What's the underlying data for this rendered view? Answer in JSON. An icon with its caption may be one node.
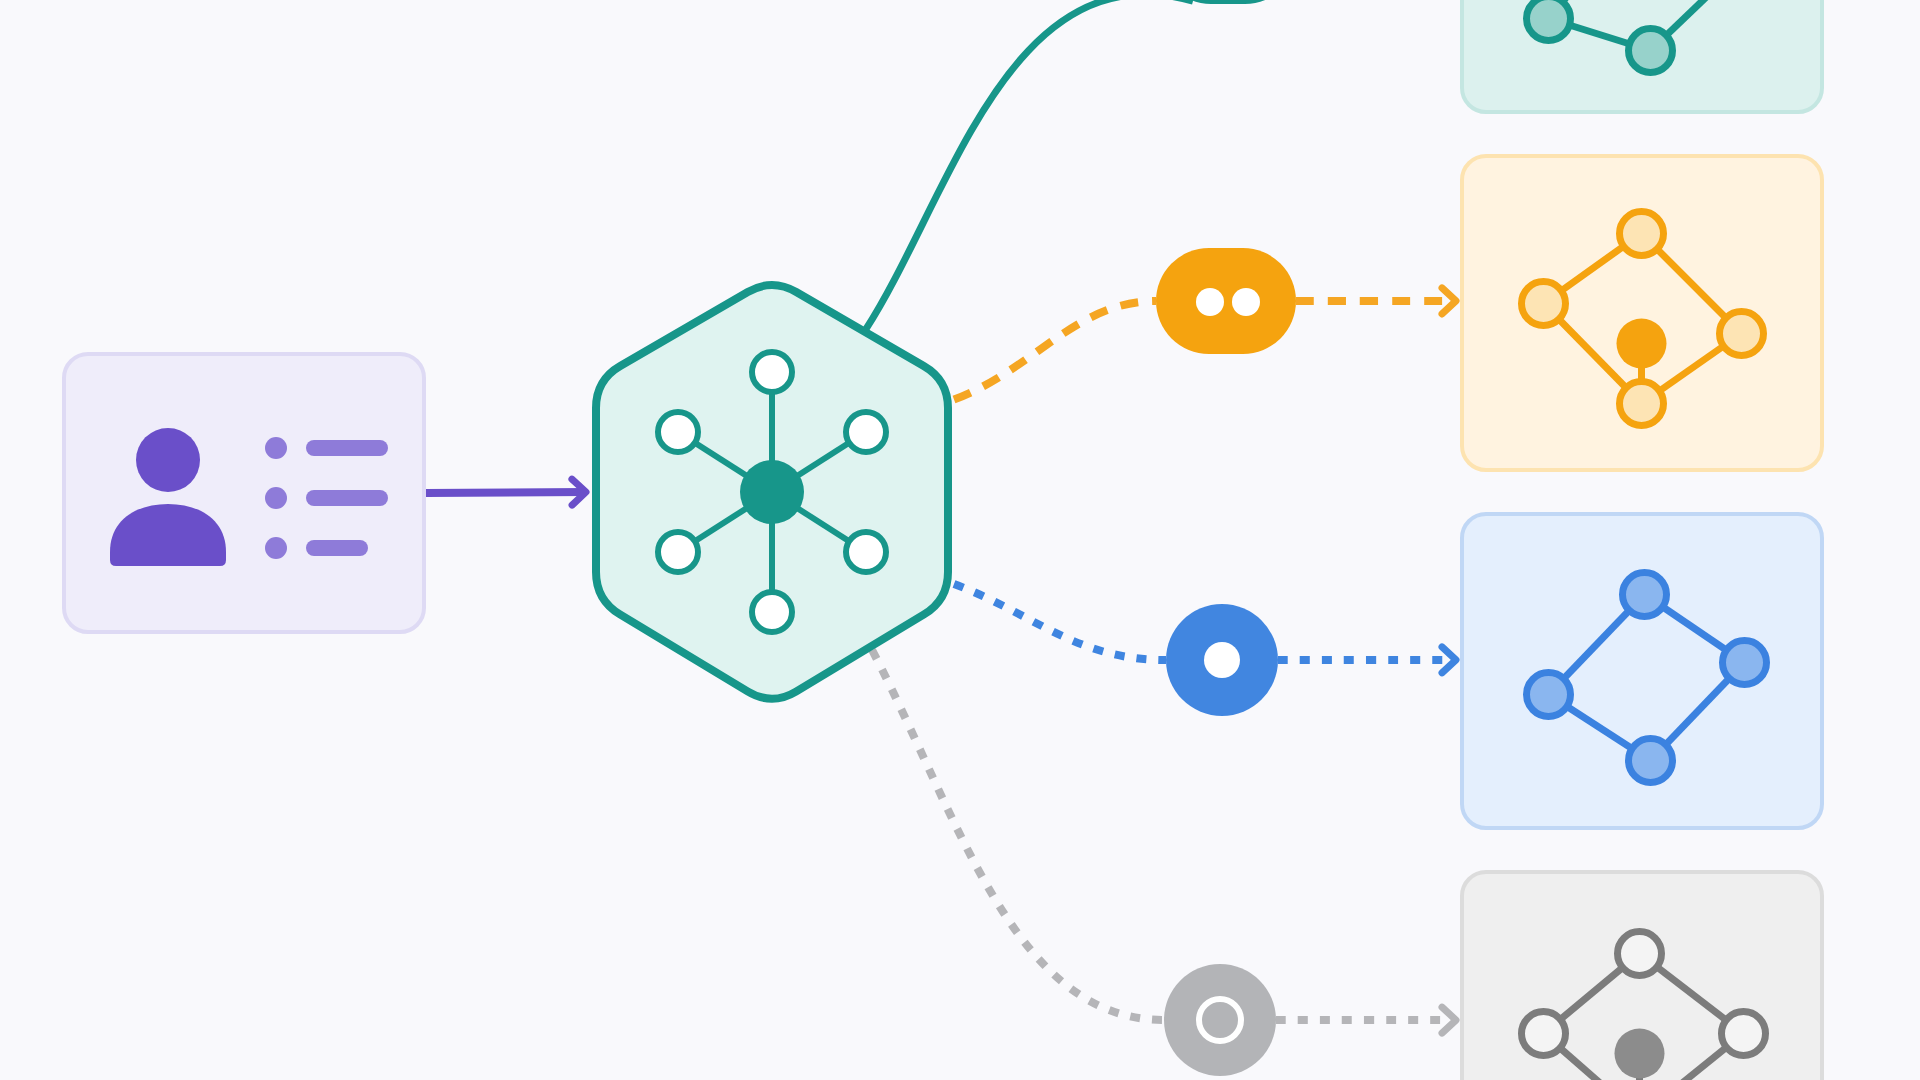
{
  "diagram": {
    "nodes": [
      {
        "text": [],
        "shape": "box"
      },
      {
        "text": [],
        "shape": "hexagon"
      },
      {
        "text": [],
        "shape": "pill"
      },
      {
        "text": [],
        "shape": "box"
      },
      {
        "text": [],
        "shape": "pill"
      },
      {
        "text": [],
        "shape": "box"
      },
      {
        "text": [],
        "shape": "circle"
      },
      {
        "text": [],
        "shape": "box"
      },
      {
        "text": [],
        "shape": "circle"
      },
      {
        "text": [],
        "shape": "box"
      }
    ],
    "edges": [
      {
        "from": 0,
        "to": 1,
        "arrow": "to",
        "color": "#6a4fc9"
      },
      {
        "from": 1,
        "to": 2,
        "arrow": "none",
        "color": "#17968a"
      },
      {
        "from": 1,
        "to": 4,
        "arrow": "none",
        "style": "dashed",
        "color": "#f5a623"
      },
      {
        "from": 4,
        "to": 5,
        "arrow": "to",
        "style": "dashed",
        "color": "#f5a623"
      },
      {
        "from": 1,
        "to": 6,
        "arrow": "none",
        "style": "dashed",
        "color": "#3f85e0"
      },
      {
        "from": 6,
        "to": 7,
        "arrow": "to",
        "style": "dashed",
        "color": "#3f85e0"
      },
      {
        "from": 1,
        "to": 8,
        "arrow": "none",
        "style": "dashed",
        "color": "#b5b5b8"
      },
      {
        "from": 8,
        "to": 9,
        "arrow": "to",
        "style": "dashed",
        "color": "#b5b5b8"
      }
    ]
  }
}
